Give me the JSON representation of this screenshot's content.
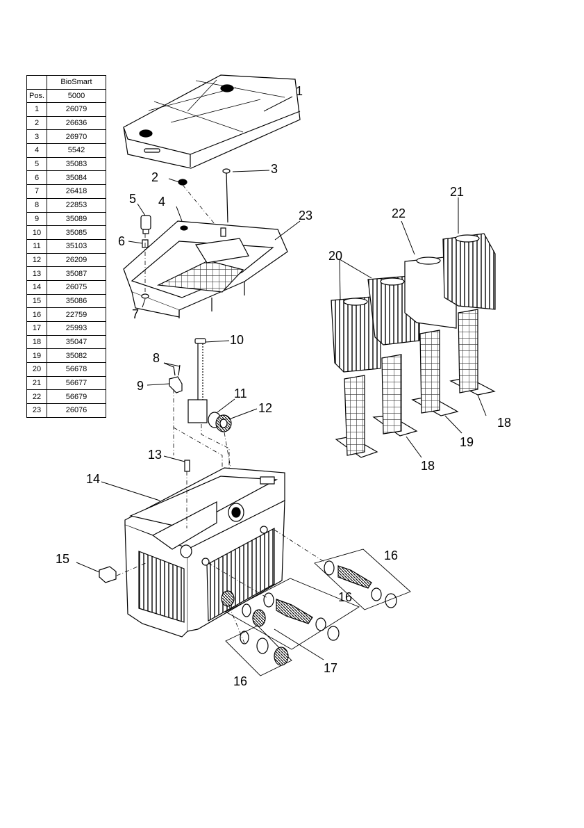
{
  "table": {
    "pos_header": "Pos.",
    "model_header": "BioSmart",
    "model_subheader": "5000",
    "rows": [
      {
        "pos": "1",
        "part": "26079"
      },
      {
        "pos": "2",
        "part": "26636"
      },
      {
        "pos": "3",
        "part": "26970"
      },
      {
        "pos": "4",
        "part": "5542"
      },
      {
        "pos": "5",
        "part": "35083"
      },
      {
        "pos": "6",
        "part": "35084"
      },
      {
        "pos": "7",
        "part": "26418"
      },
      {
        "pos": "8",
        "part": "22853"
      },
      {
        "pos": "9",
        "part": "35089"
      },
      {
        "pos": "10",
        "part": "35085"
      },
      {
        "pos": "11",
        "part": "35103"
      },
      {
        "pos": "12",
        "part": "26209"
      },
      {
        "pos": "13",
        "part": "35087"
      },
      {
        "pos": "14",
        "part": "26075"
      },
      {
        "pos": "15",
        "part": "35086"
      },
      {
        "pos": "16",
        "part": "22759"
      },
      {
        "pos": "17",
        "part": "25993"
      },
      {
        "pos": "18",
        "part": "35047"
      },
      {
        "pos": "19",
        "part": "35082"
      },
      {
        "pos": "20",
        "part": "56678"
      },
      {
        "pos": "21",
        "part": "56677"
      },
      {
        "pos": "22",
        "part": "56679"
      },
      {
        "pos": "23",
        "part": "26076"
      }
    ]
  },
  "callouts": {
    "c1": "1",
    "c2": "2",
    "c3": "3",
    "c4": "4",
    "c5": "5",
    "c6": "6",
    "c7": "7",
    "c8": "8",
    "c9": "9",
    "c10": "10",
    "c11": "11",
    "c12": "12",
    "c13": "13",
    "c14": "14",
    "c15": "15",
    "c16a": "16",
    "c16b": "16",
    "c16c": "16",
    "c17": "17",
    "c18a": "18",
    "c18b": "18",
    "c19": "19",
    "c20": "20",
    "c21": "21",
    "c22": "22",
    "c23": "23"
  }
}
